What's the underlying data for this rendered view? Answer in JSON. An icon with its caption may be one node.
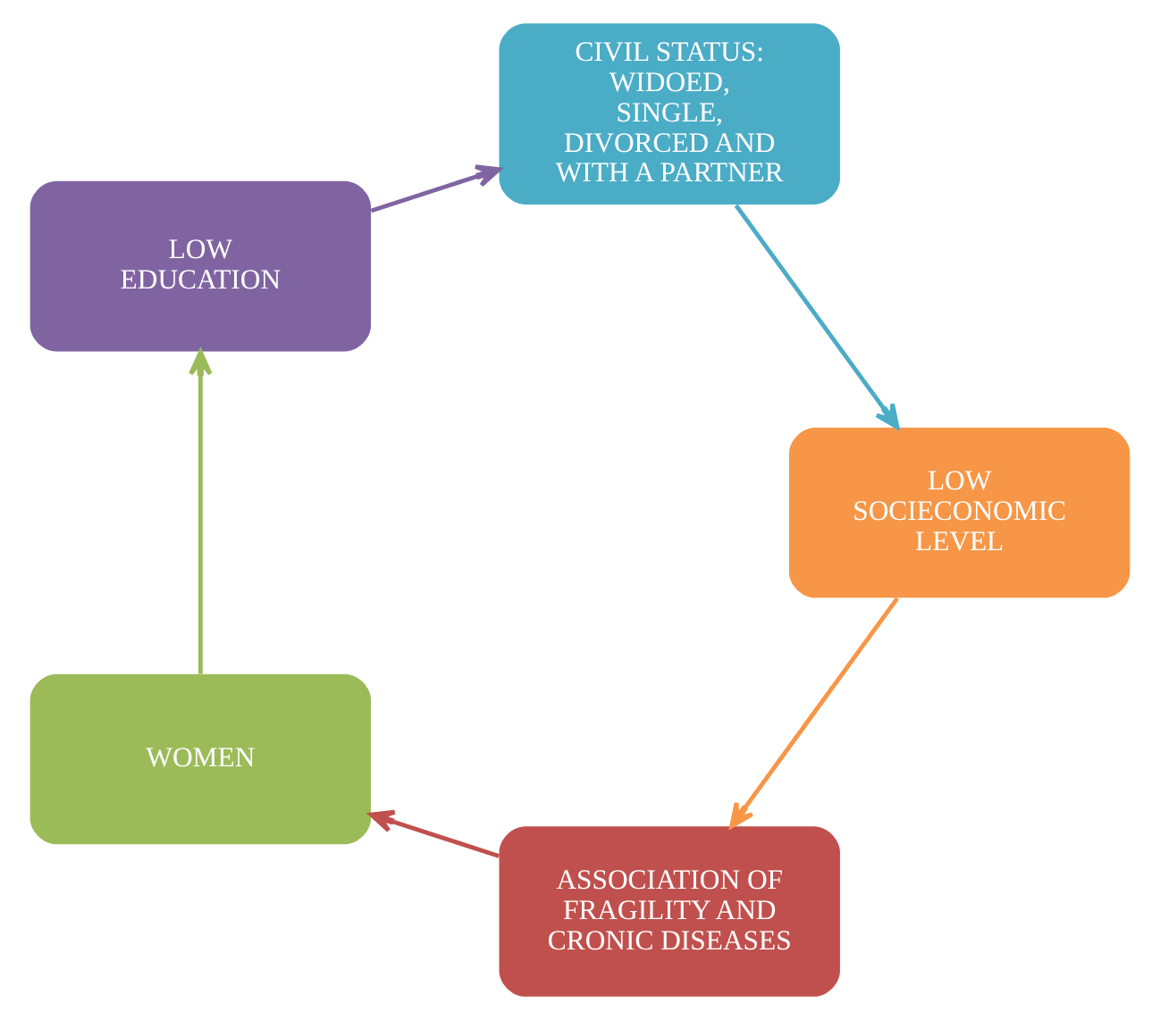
{
  "diagram": {
    "nodes": [
      {
        "text": [
          "ASSOCIATION OF FRAGILITY AND CRONIC DISEASES"
        ]
      },
      {
        "text": [
          "WOMEN"
        ]
      },
      {
        "text": [
          "LOW EDUCATION"
        ]
      },
      {
        "text": [
          "CIVIL STATUS: WIDOED, SINGLE, DIVORCED AND WITH A PARTNER"
        ]
      },
      {
        "text": [
          "LOW SOCIECONOMIC LEVEL"
        ]
      }
    ],
    "edges": [
      {
        "from": 0,
        "to": 1,
        "arrow": "to",
        "color": "#c0504d"
      },
      {
        "from": 1,
        "to": 2,
        "arrow": "to",
        "color": "#9bbb59"
      },
      {
        "from": 2,
        "to": 3,
        "arrow": "to",
        "color": "#8064a2"
      },
      {
        "from": 3,
        "to": 4,
        "arrow": "to",
        "color": "#4bacc6"
      },
      {
        "from": 4,
        "to": 0,
        "arrow": "to",
        "color": "#f79646"
      }
    ]
  }
}
